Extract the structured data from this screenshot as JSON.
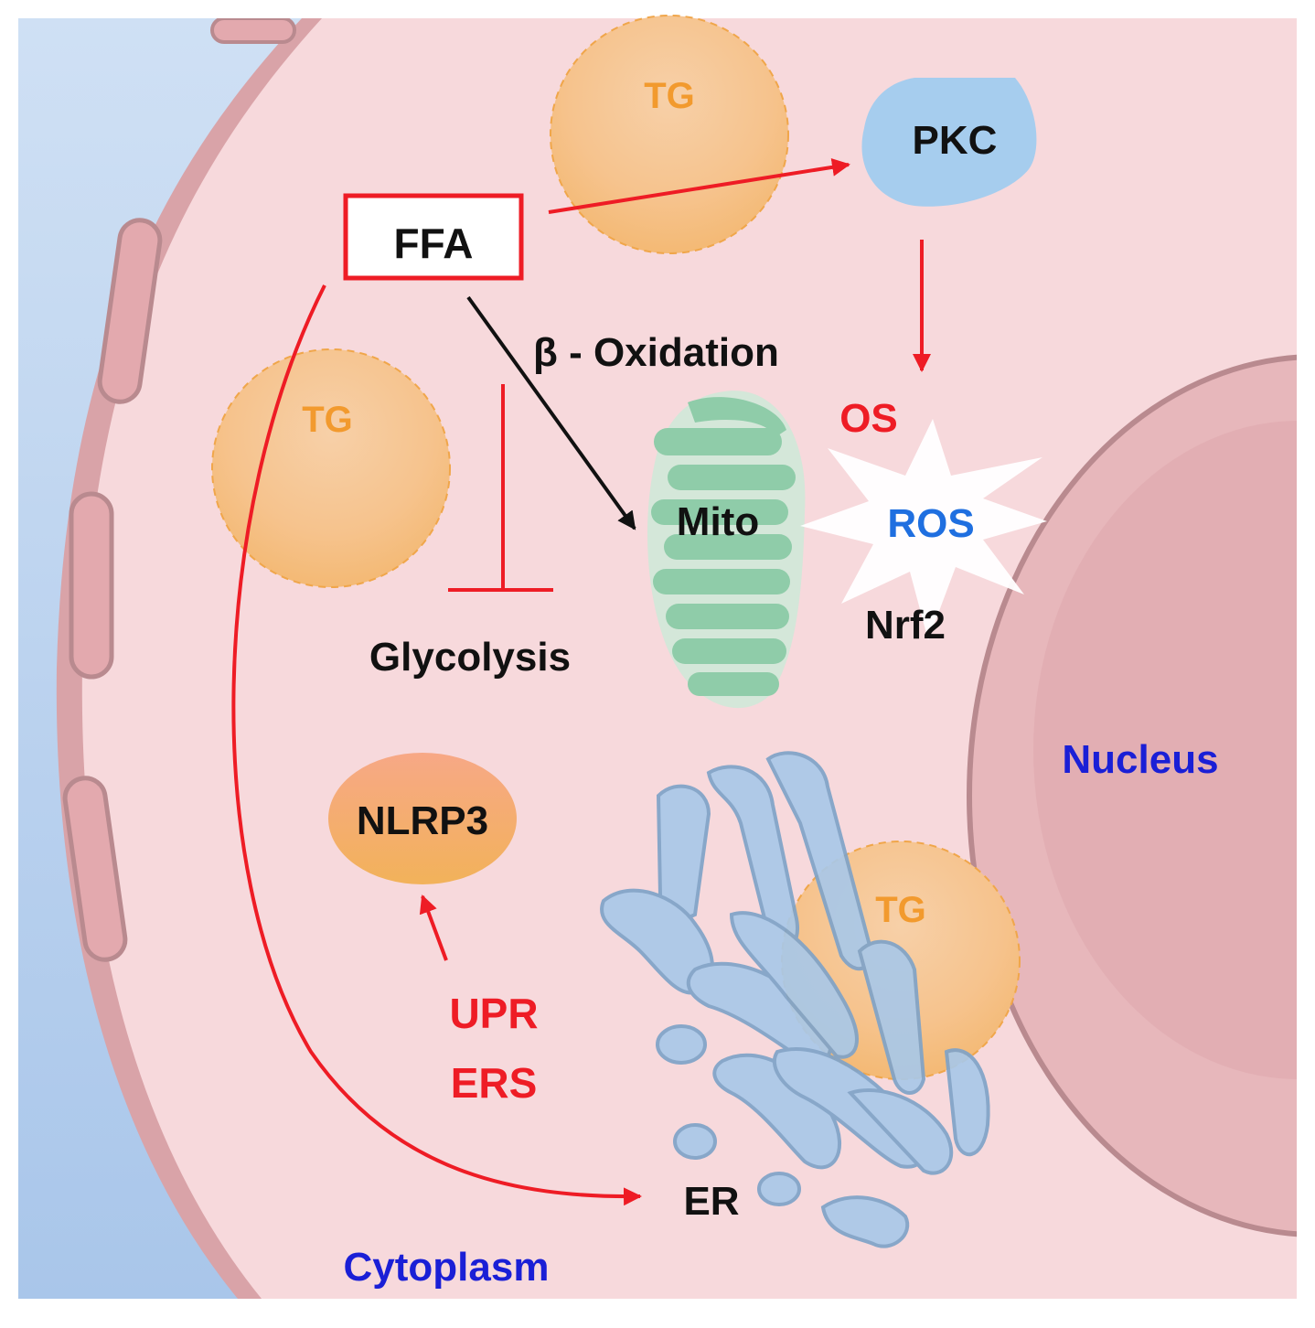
{
  "labels": {
    "ffa": "FFA",
    "pkc": "PKC",
    "beta_oxidation": "β - Oxidation",
    "tg_top": "TG",
    "tg_left": "TG",
    "tg_right": "TG",
    "mito": "Mito",
    "os": "OS",
    "ros": "ROS",
    "nrf2": "Nrf2",
    "glycolysis": "Glycolysis",
    "nlrp3": "NLRP3",
    "upr": "UPR",
    "ers": "ERS",
    "er": "ER",
    "nucleus": "Nucleus",
    "cytoplasm": "Cytoplasm"
  },
  "colors": {
    "background_blue": "#b9d3ee",
    "cytoplasm_pink": "#f7d9dc",
    "membrane": "#d9a3a8",
    "membrane_outline": "#b98a8f",
    "nucleus_fill": "#e7b7bb",
    "nucleus_outline": "#b98a8f",
    "tg_fill": "#f6c38d",
    "tg_outline": "#f0a64a",
    "tg_text": "#f29a2e",
    "pkc_fill": "#a6cdee",
    "mito_fill": "#8fcca9",
    "mito_inner": "#6cb48d",
    "er_fill": "#a9c8e8",
    "er_outline": "#7fa3c8",
    "nlrp3_fill": "#f4a96a",
    "arrow_red": "#ee1c25",
    "arrow_black": "#111111",
    "text_black": "#111111",
    "text_red": "#ee1c25",
    "text_blue": "#1f6fe0",
    "text_navy": "#1a1fd6"
  }
}
